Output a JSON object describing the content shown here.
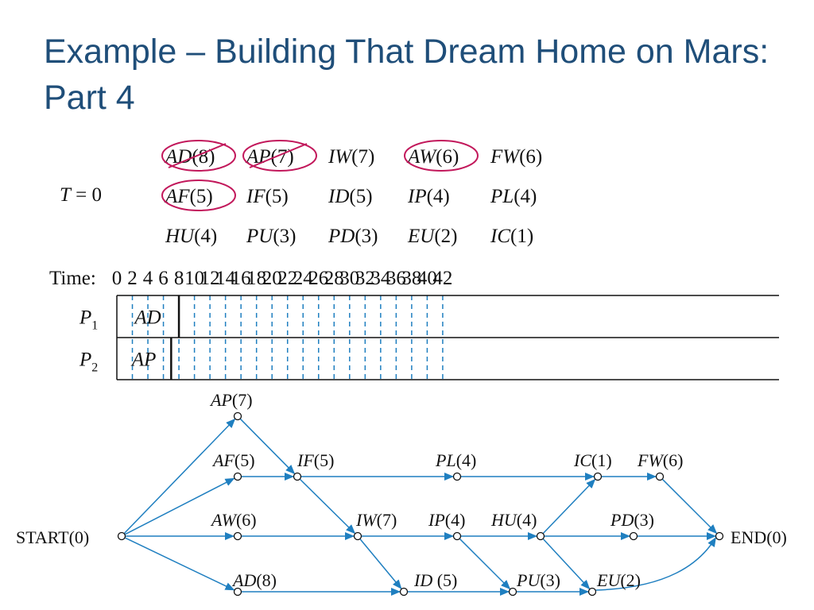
{
  "title": "Example – Building That Dream Home on Mars:  Part 4",
  "priority_list": {
    "time_label": "T = 0",
    "rows": [
      [
        {
          "task": "AD",
          "dur": "(8)",
          "mark": "crossed"
        },
        {
          "task": "AP",
          "dur": "(7)",
          "mark": "crossed"
        },
        {
          "task": "IW",
          "dur": "(7)",
          "mark": ""
        },
        {
          "task": "AW",
          "dur": "(6)",
          "mark": "circled"
        },
        {
          "task": "FW",
          "dur": "(6)",
          "mark": ""
        }
      ],
      [
        {
          "task": "AF",
          "dur": "(5)",
          "mark": "circled"
        },
        {
          "task": "IF",
          "dur": "(5)",
          "mark": ""
        },
        {
          "task": "ID",
          "dur": "(5)",
          "mark": ""
        },
        {
          "task": "IP",
          "dur": "(4)",
          "mark": ""
        },
        {
          "task": "PL",
          "dur": "(4)",
          "mark": ""
        }
      ],
      [
        {
          "task": "HU",
          "dur": "(4)",
          "mark": ""
        },
        {
          "task": "PU",
          "dur": "(3)",
          "mark": ""
        },
        {
          "task": "PD",
          "dur": "(3)",
          "mark": ""
        },
        {
          "task": "EU",
          "dur": "(2)",
          "mark": ""
        },
        {
          "task": "IC",
          "dur": "(1)",
          "mark": ""
        }
      ]
    ],
    "mark_color": "#c2185b"
  },
  "timeline": {
    "label": "Time:",
    "ticks": [
      "0",
      "2",
      "4",
      "6",
      "8",
      "10",
      "12",
      "14",
      "16",
      "18",
      "20",
      "22",
      "24",
      "26",
      "28",
      "30",
      "32",
      "34",
      "36",
      "38",
      "40",
      "42"
    ],
    "processors": [
      {
        "name": "P",
        "sub": "1",
        "task": "AD",
        "start": 0,
        "end": 8
      },
      {
        "name": "P",
        "sub": "2",
        "task": "AP",
        "start": 0,
        "end": 7
      }
    ],
    "grid_color": "#1f7fc0"
  },
  "digraph": {
    "edge_color": "#1f7fc0",
    "nodes": [
      {
        "id": "START",
        "task": "START",
        "dur": "(0)",
        "italic": false
      },
      {
        "id": "AP",
        "task": "AP",
        "dur": "(7)",
        "italic": true
      },
      {
        "id": "AF",
        "task": "AF",
        "dur": "(5)",
        "italic": true
      },
      {
        "id": "AW",
        "task": "AW",
        "dur": "(6)",
        "italic": true
      },
      {
        "id": "AD",
        "task": "AD",
        "dur": "(8)",
        "italic": true
      },
      {
        "id": "IF",
        "task": "IF",
        "dur": "(5)",
        "italic": true
      },
      {
        "id": "IW",
        "task": "IW",
        "dur": "(7)",
        "italic": true
      },
      {
        "id": "ID",
        "task": "ID",
        "dur": " (5)",
        "italic": true
      },
      {
        "id": "PL",
        "task": "PL",
        "dur": "(4)",
        "italic": true
      },
      {
        "id": "IP",
        "task": "IP",
        "dur": "(4)",
        "italic": true
      },
      {
        "id": "HU",
        "task": "HU",
        "dur": "(4)",
        "italic": true
      },
      {
        "id": "PU",
        "task": "PU",
        "dur": "(3)",
        "italic": true
      },
      {
        "id": "IC",
        "task": "IC",
        "dur": "(1)",
        "italic": true
      },
      {
        "id": "FW",
        "task": "FW",
        "dur": "(6)",
        "italic": true
      },
      {
        "id": "PD",
        "task": "PD",
        "dur": "(3)",
        "italic": true
      },
      {
        "id": "EU",
        "task": "EU",
        "dur": "(2)",
        "italic": true
      },
      {
        "id": "END",
        "task": "END",
        "dur": "(0)",
        "italic": false
      }
    ],
    "edges": [
      [
        "START",
        "AP"
      ],
      [
        "START",
        "AF"
      ],
      [
        "START",
        "AW"
      ],
      [
        "START",
        "AD"
      ],
      [
        "AP",
        "IF"
      ],
      [
        "AF",
        "IF"
      ],
      [
        "AW",
        "IW"
      ],
      [
        "AD",
        "ID"
      ],
      [
        "IF",
        "PL"
      ],
      [
        "IF",
        "IW"
      ],
      [
        "IW",
        "IP"
      ],
      [
        "IW",
        "ID"
      ],
      [
        "IP",
        "HU"
      ],
      [
        "IP",
        "PU"
      ],
      [
        "PL",
        "IC"
      ],
      [
        "HU",
        "IC"
      ],
      [
        "HU",
        "PD"
      ],
      [
        "HU",
        "EU"
      ],
      [
        "ID",
        "PU"
      ],
      [
        "PU",
        "EU"
      ],
      [
        "IC",
        "FW"
      ],
      [
        "FW",
        "END"
      ],
      [
        "PD",
        "END"
      ],
      [
        "EU",
        "END"
      ]
    ]
  }
}
